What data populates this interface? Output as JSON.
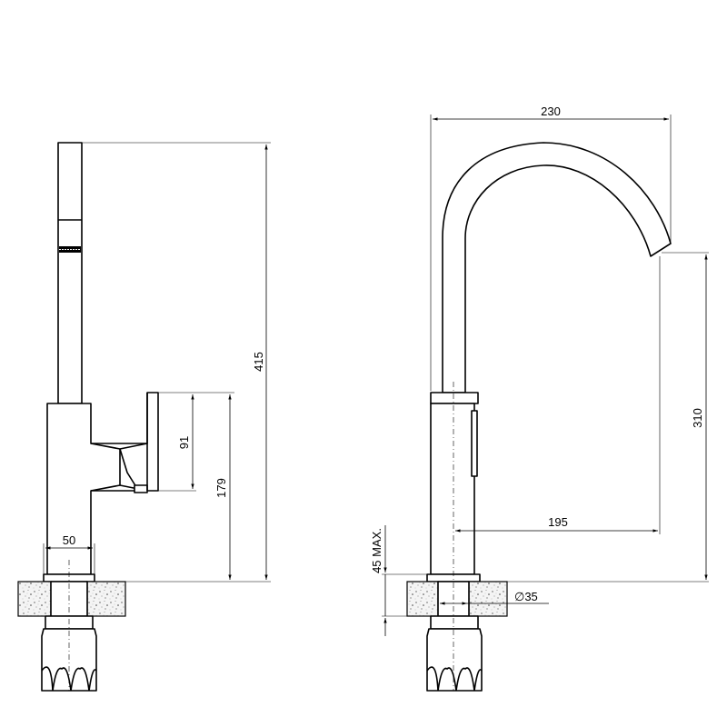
{
  "dimensions": {
    "total_height": "415",
    "handle_height": "91",
    "lever_height": "179",
    "base_width": "50",
    "spout_reach": "230",
    "outlet_height": "310",
    "outlet_offset": "195",
    "max_deck_thickness": "45 MAX.",
    "hole_diameter": "∅35"
  }
}
